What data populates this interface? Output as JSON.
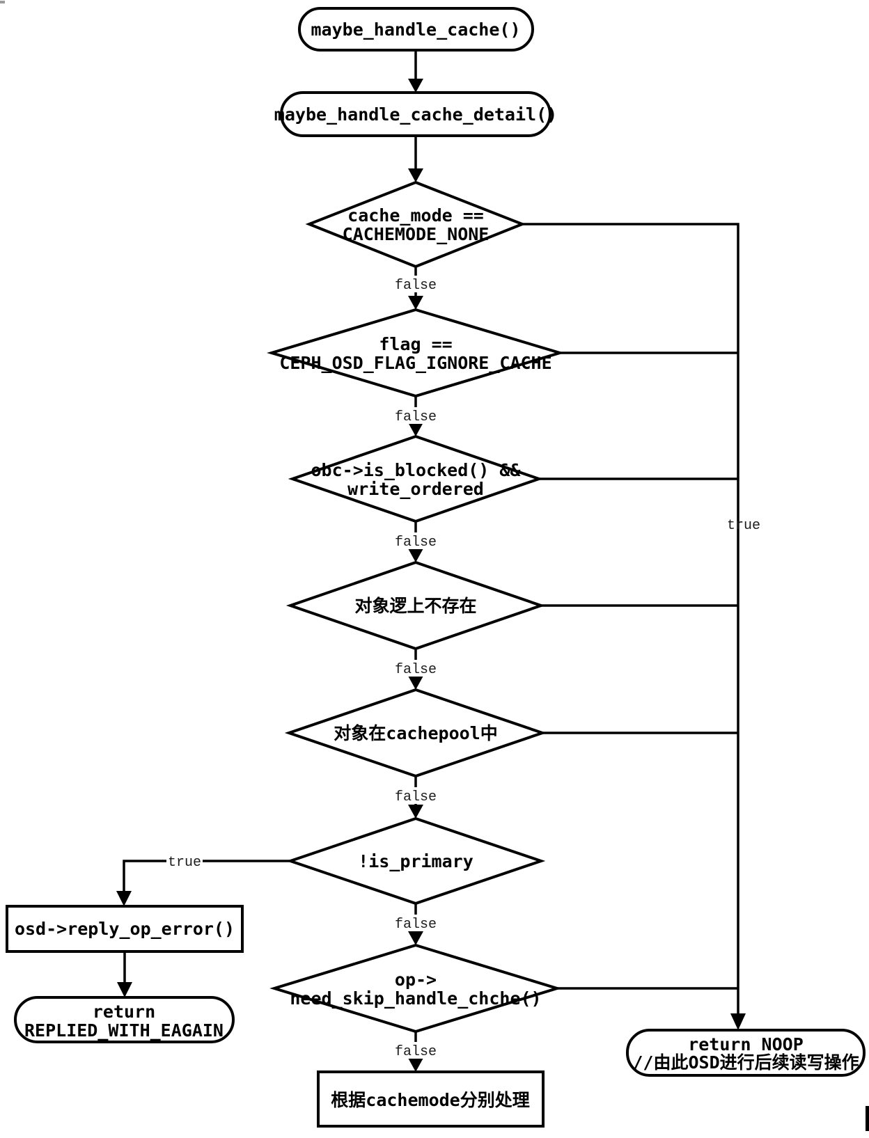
{
  "colors": {
    "line": "#000000",
    "background": "#ffffff",
    "edge_label_text": "#1c1c1c"
  },
  "nodes": {
    "start": {
      "label": "maybe_handle_cache()"
    },
    "detail": {
      "label": "maybe_handle_cache_detail()"
    },
    "cache_mode": {
      "line1": "cache_mode ==",
      "line2": "CACHEMODE_NONE"
    },
    "flag": {
      "line1": "flag ==",
      "line2": "CEPH_OSD_FLAG_IGNORE_CACHE"
    },
    "blocked": {
      "line1": "obc->is_blocked() &&",
      "line2": "write_ordered"
    },
    "not_exist": {
      "label": "对象逻上不存在"
    },
    "in_cachepool": {
      "label": "对象在cachepool中"
    },
    "not_primary": {
      "label": "!is_primary"
    },
    "need_skip": {
      "line1": "op->",
      "line2": "need_skip_handle_chche()"
    },
    "reply_op_error": {
      "label": "osd->reply_op_error()"
    },
    "return_eagain": {
      "line1": "return",
      "line2": "REPLIED_WITH_EAGAIN"
    },
    "handle_by_cachemode": {
      "label": "根据cachemode分别处理"
    },
    "return_noop": {
      "line1": "return NOOP",
      "line2": "//由此OSD进行后续读写操作"
    }
  },
  "edge_labels": {
    "false": "false",
    "true": "true"
  }
}
